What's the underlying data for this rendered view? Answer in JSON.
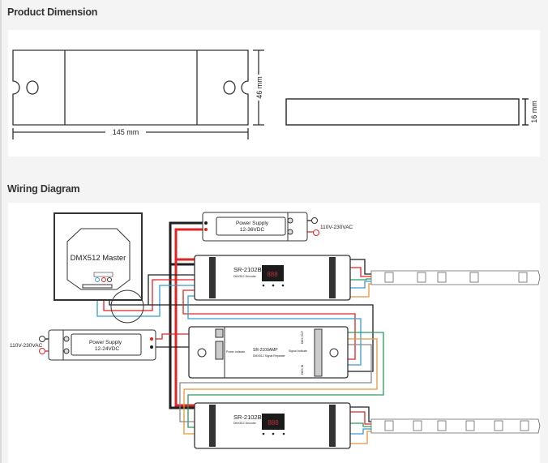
{
  "sections": {
    "dimension_title": "Product Dimension",
    "wiring_title": "Wiring Diagram"
  },
  "dimension": {
    "length": "145 mm",
    "width": "46 mm",
    "height": "16 mm"
  },
  "wiring": {
    "dmx_master": "DMX512 Master",
    "ps_top_title": "Power Supply",
    "ps_top_voltage": "12-36VDC",
    "ps_left_title": "Power Supply",
    "ps_left_voltage": "12-24VDC",
    "ac_input": "110V-230VAC",
    "decoder_model": "SR-2102B",
    "decoder_desc": "DMX512 Decoder",
    "decoder_display": "888",
    "repeater_model": "SR-2100AMP",
    "repeater_desc": "DMX512 Signal Repeater",
    "power_indicate": "Power Indicate",
    "signal_indicate": "Signal Indicate",
    "dmx_out": "DMX OUT",
    "dmx_in": "DMX IN"
  },
  "colors": {
    "red": "#e02424",
    "black": "#1e1e1e",
    "blue": "#3a9bd0",
    "green": "#2a9a5a",
    "orange": "#e8963a",
    "gray": "#8a8a8a"
  }
}
